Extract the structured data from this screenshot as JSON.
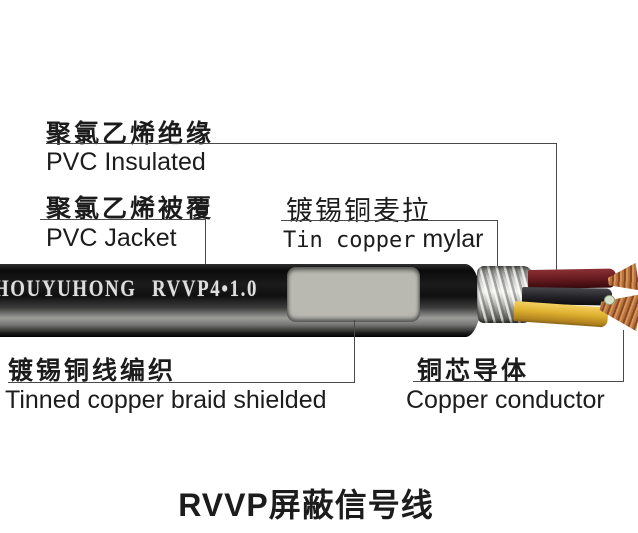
{
  "diagram": {
    "title": "RVVP屏蔽信号线",
    "cable_print": {
      "brand": "HOUYUHONG",
      "model": "RVVP4•1.0"
    },
    "labels": {
      "pvc_insulated": {
        "zh": "聚氯乙烯绝缘",
        "en": "PVC Insulated"
      },
      "pvc_jacket": {
        "zh": "聚氯乙烯被覆",
        "en": "PVC Jacket"
      },
      "tin_copper_mylar": {
        "zh": "镀锡铜麦拉",
        "en_mono": "Tin copper",
        "en_sans": " mylar"
      },
      "tinned_copper_braid": {
        "zh": "镀锡铜线编织",
        "en": "Tinned copper braid shielded"
      },
      "copper_conductor": {
        "zh": "铜芯导体",
        "en": "Copper conductor"
      }
    },
    "colors": {
      "background": "#ffffff",
      "leader_line": "#4a4a4a",
      "text": "#1c1c1c",
      "jacket_black": "#111111",
      "jacket_highlight": "#9c9c99",
      "braid_silver": "#c8c8c2",
      "mylar_silver": "#e6e6e2",
      "conductor_red": "#6b1d22",
      "conductor_black": "#232327",
      "conductor_yellow": "#ddaf2e",
      "copper": "#b5743f",
      "core_dot_green": "#d6e3cc",
      "cable_print_white": "#dedede"
    }
  }
}
